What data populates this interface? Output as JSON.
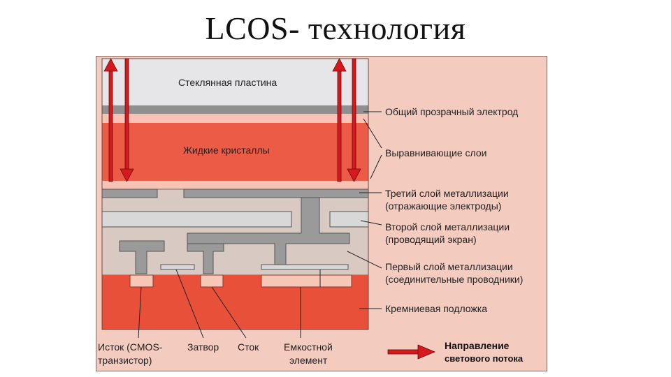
{
  "title": "LCOS- технология",
  "layers": {
    "glass": "Стеклянная пластина",
    "liquid_crystal": "Жидкие кристаллы"
  },
  "callouts": {
    "common_electrode": "Общий прозрачный электрод",
    "alignment_layers": "Выравнивающие слои",
    "metal3_line1": "Третий слой металлизации",
    "metal3_line2": "(отражающие электроды)",
    "metal2_line1": "Второй слой металлизации",
    "metal2_line2": "(проводящий экран)",
    "metal1_line1": "Первый слой металлизации",
    "metal1_line2": "(соединительные проводники)",
    "substrate": "Кремниевая подложка"
  },
  "bottom_labels": {
    "source_line1": "Исток (CMOS-",
    "source_line2": "транзистор)",
    "gate": "Затвор",
    "drain": "Сток",
    "capacitor_line1": "Емкостной",
    "capacitor_line2": "элемент"
  },
  "legend": {
    "line1": "Направление",
    "line2": "светового потока"
  },
  "colors": {
    "panel_bg": "#f3cbbf",
    "glass": "#e6e6e8",
    "electrode": "#8f8f8f",
    "liquid_crystal": "#ec5b46",
    "align_layer": "#f8c3b4",
    "insulator": "#d8c9c2",
    "metal": "#9a9a9a",
    "substrate": "#e8503a",
    "arrow": "#d6191f"
  }
}
